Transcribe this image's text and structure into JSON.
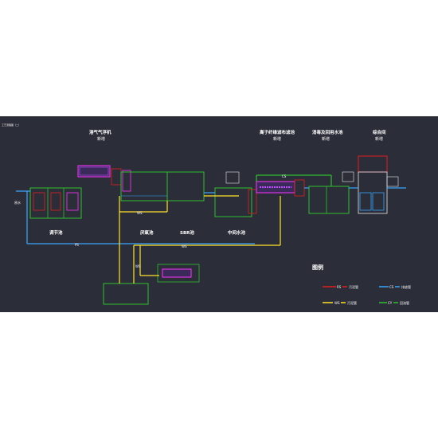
{
  "drawing": {
    "header": "工艺流程图（二）",
    "colors": {
      "background": "#2b2d38",
      "wall": "#2fbf2f",
      "water": "#3aa7ff",
      "sludge": "#ffe22b",
      "air": "#e02020",
      "drain": "#6a6aff",
      "chem": "#ff33ff",
      "line_white": "#e8e8e8"
    },
    "units": [
      {
        "id": "flotation",
        "title": "溶气气浮机",
        "note": "新增"
      },
      {
        "id": "ion_filter",
        "title": "离子纤维滤布滤池",
        "note": "新增"
      },
      {
        "id": "disinfect",
        "title": "消毒及回用水池",
        "note": "新增"
      },
      {
        "id": "comprehensive",
        "title": "综合间",
        "note": "新增"
      }
    ],
    "tanks": [
      {
        "id": "regulating",
        "label": "调节池"
      },
      {
        "id": "anoxic",
        "label": "厌氧池"
      },
      {
        "id": "sbr",
        "label": "SBR池"
      },
      {
        "id": "intermediate",
        "label": "中间水池"
      }
    ],
    "pipes": {
      "ws1": "WS",
      "ws2": "WS",
      "ps": "PS",
      "cs": "CS",
      "ws_v": "WS"
    },
    "inlet": "原水",
    "legend_title": "图例",
    "legend": [
      {
        "code": "RS",
        "name": "污泥管",
        "color": "#e02020"
      },
      {
        "code": "CS",
        "name": "排放管",
        "color": "#3aa7ff"
      },
      {
        "code": "WS",
        "name": "污泥管",
        "color": "#ffe22b"
      },
      {
        "code": "CY",
        "name": "回流管",
        "color": "#2fbf2f"
      }
    ]
  }
}
